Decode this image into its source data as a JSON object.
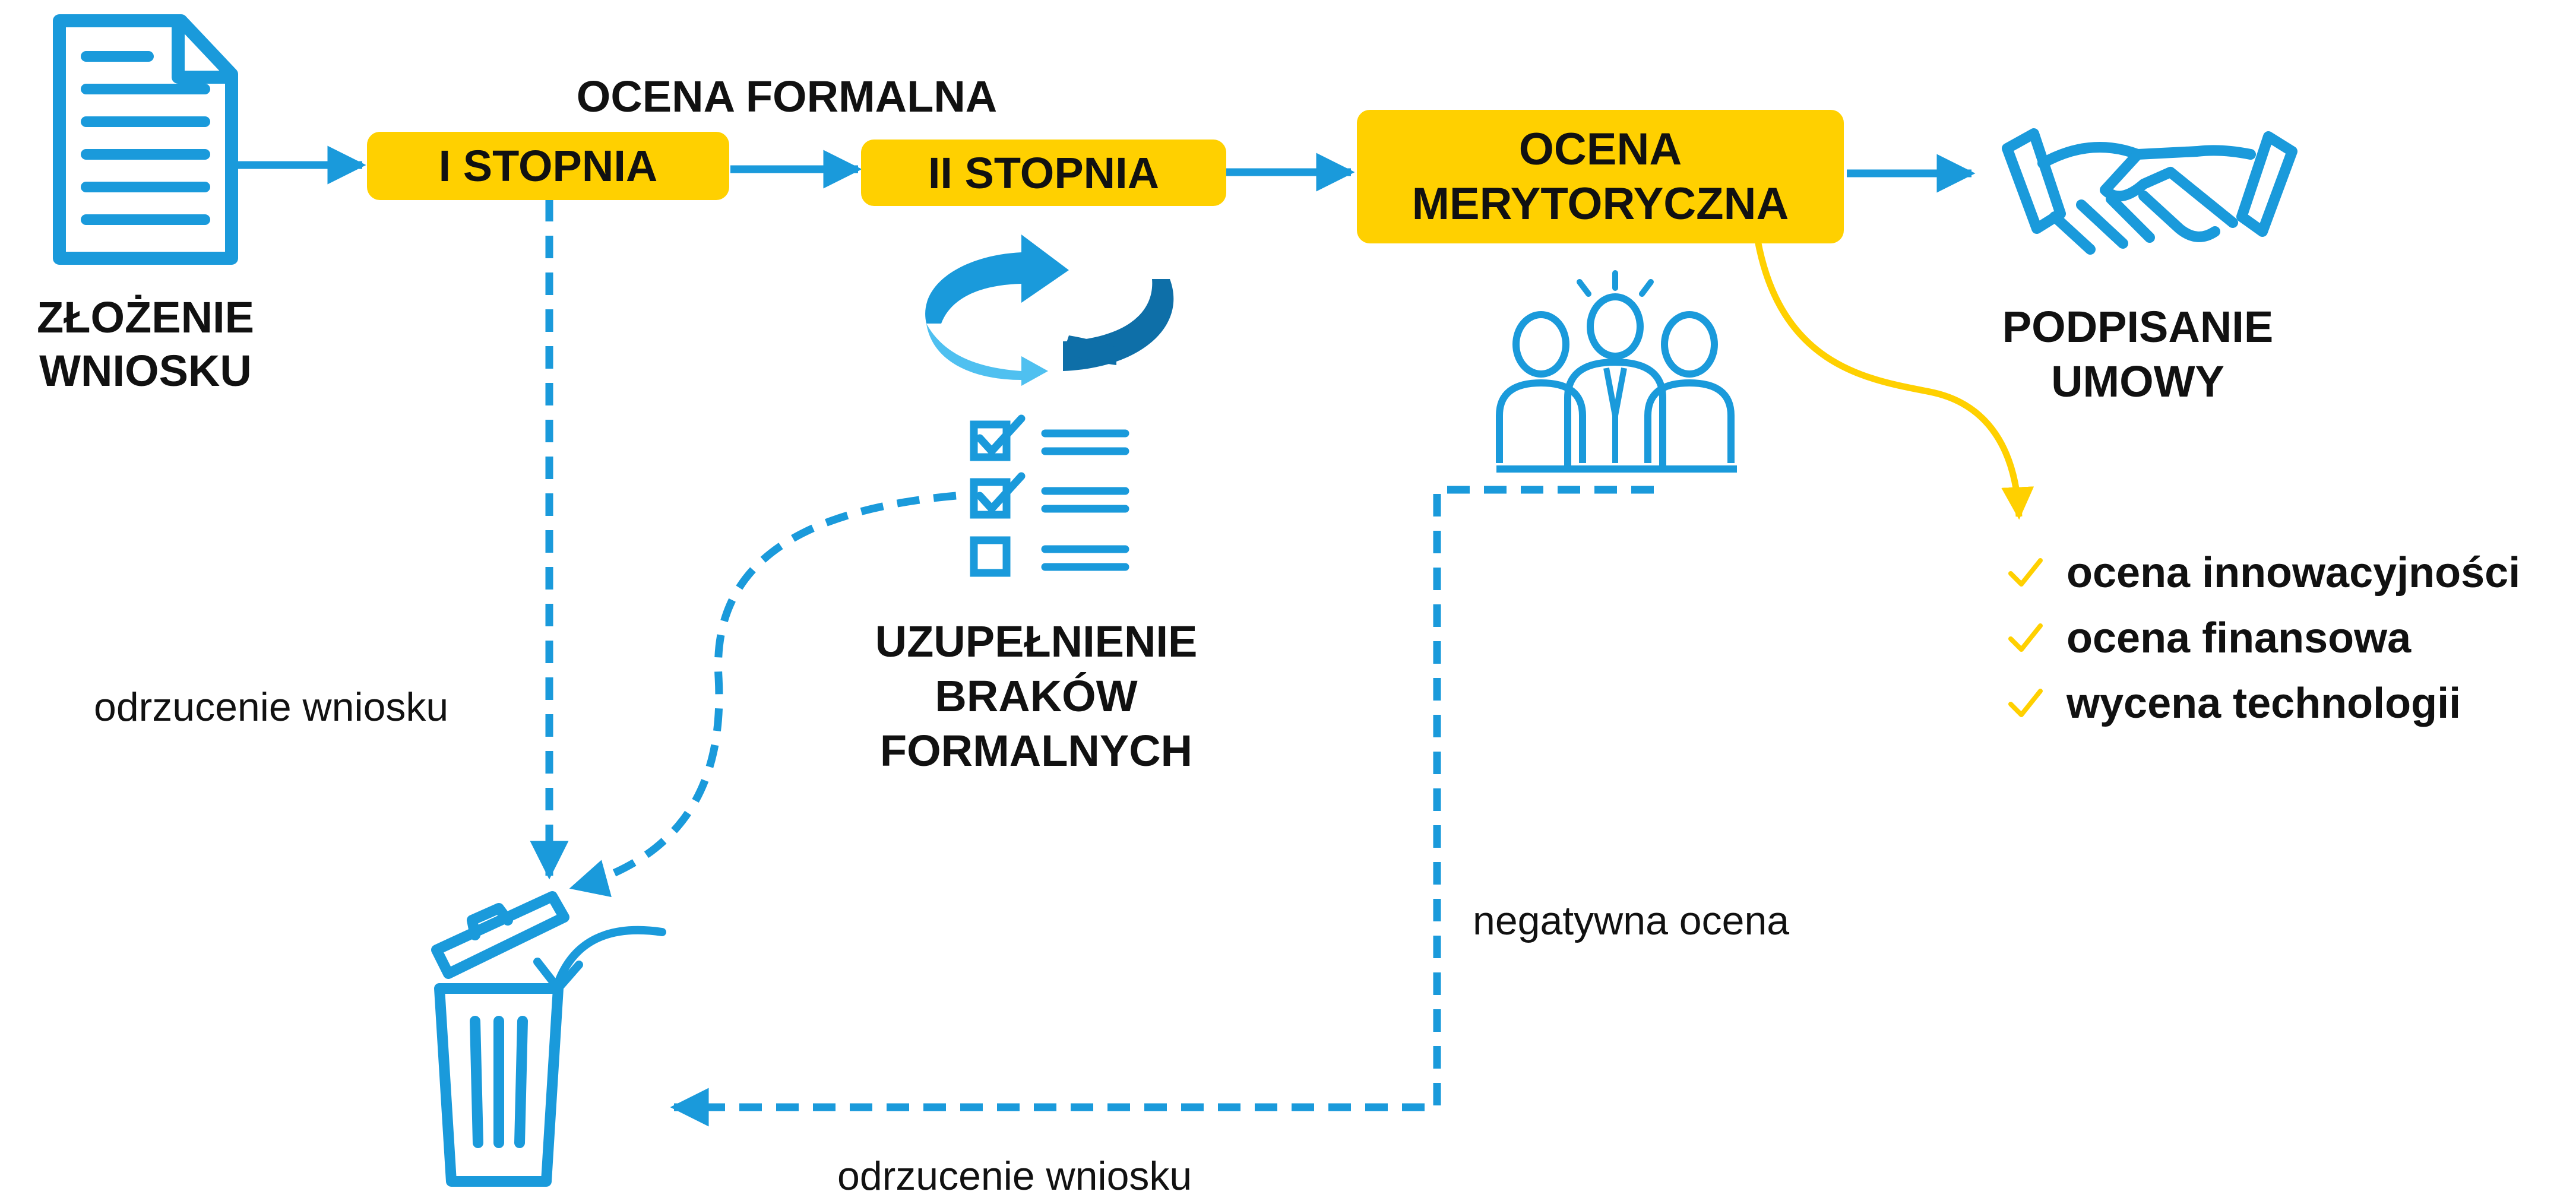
{
  "colors": {
    "accent_blue": "#1A9ADB",
    "dark_blue": "#0E6FA8",
    "light_blue": "#4FC0F0",
    "yellow": "#FFD000",
    "text": "#111111"
  },
  "steps": {
    "submission": {
      "label_line1": "ZŁOŻENIE",
      "label_line2": "WNIOSKU",
      "icon": "document-icon"
    },
    "formal_header": "OCENA FORMALNA",
    "stage1": "I STOPNIA",
    "stage2": "II STOPNIA",
    "merit": {
      "line1": "OCENA",
      "line2": "MERYTORYCZNA"
    },
    "contract": {
      "line1": "PODPISANIE",
      "line2": "UMOWY",
      "icon": "handshake-icon"
    },
    "supplement": {
      "line1": "UZUPEŁNIENIE",
      "line2": "BRAKÓW",
      "line3": "FORMALNYCH",
      "icon": "checklist-icon"
    }
  },
  "labels": {
    "reject_left": "odrzucenie wniosku",
    "reject_bottom": "odrzucenie wniosku",
    "negative": "negatywna ocena"
  },
  "criteria": [
    "ocena innowacyjności",
    "ocena finansowa",
    "wycena technologii"
  ],
  "icons": [
    "document-icon",
    "cycle-arrows-icon",
    "checklist-icon",
    "team-icon",
    "handshake-icon",
    "trash-icon"
  ]
}
